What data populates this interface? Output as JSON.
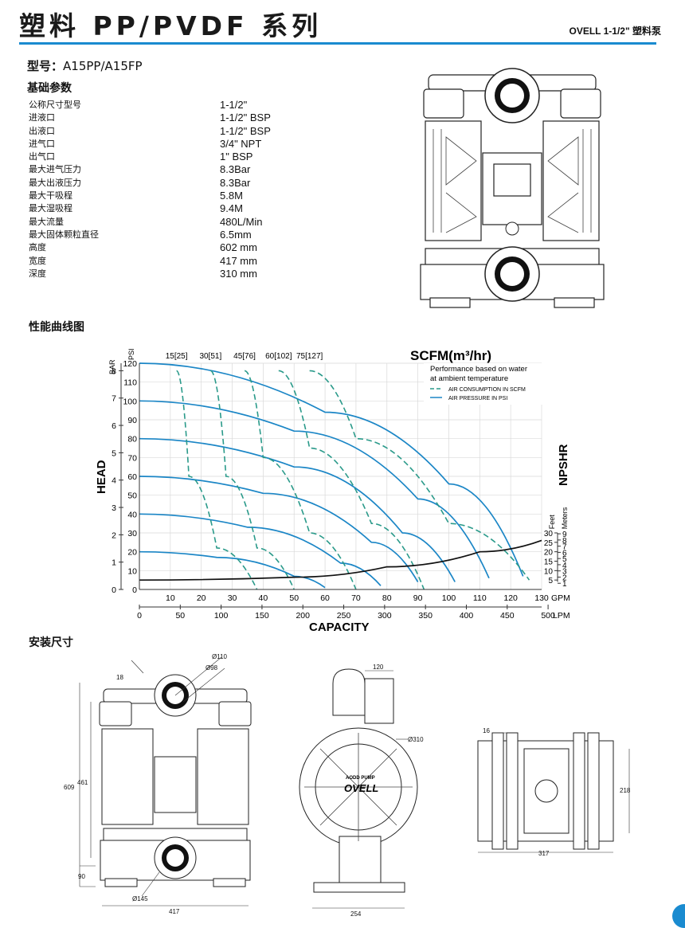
{
  "header": {
    "title": "塑料 PP/PVDF 系列",
    "model_name": "OVELL 1-1/2\" 塑料泵"
  },
  "model": {
    "label": "型号：",
    "value": "A15PP/A15FP"
  },
  "sections": {
    "basic": "基础参数",
    "curve": "性能曲线图",
    "install": "安装尺寸"
  },
  "specs": [
    {
      "k": "公称尺寸型号",
      "v": "1-1/2\""
    },
    {
      "k": "进液口",
      "v": "1-1/2\" BSP"
    },
    {
      "k": "出液口",
      "v": "1-1/2\" BSP"
    },
    {
      "k": "进气口",
      "v": "3/4\" NPT"
    },
    {
      "k": "出气口",
      "v": "1\" BSP"
    },
    {
      "k": "最大进气压力",
      "v": "8.3Bar"
    },
    {
      "k": "最大出液压力",
      "v": "8.3Bar"
    },
    {
      "k": "最大干吸程",
      "v": "5.8M"
    },
    {
      "k": "最大湿吸程",
      "v": "9.4M"
    },
    {
      "k": "最大流量",
      "v": "480L/Min"
    },
    {
      "k": "最大固体颗粒直径",
      "v": "6.5mm"
    },
    {
      "k": "高度",
      "v": "602 mm"
    },
    {
      "k": "宽度",
      "v": "417 mm"
    },
    {
      "k": "深度",
      "v": "310 mm"
    }
  ],
  "chart_data": {
    "type": "line",
    "title": "SCFM(m³/hr)",
    "xlabel": "CAPACITY",
    "ylabel": "HEAD",
    "right_label": "NPSHR",
    "xlim": [
      0,
      130
    ],
    "ylim": [
      0,
      120
    ],
    "x_ticks_gpm": [
      10,
      20,
      30,
      40,
      50,
      60,
      70,
      80,
      90,
      100,
      110,
      120,
      130
    ],
    "x_unit_gpm": "GPM",
    "x_ticks_lpm": [
      0,
      50,
      100,
      150,
      200,
      250,
      300,
      350,
      400,
      450,
      500
    ],
    "x_unit_lpm": "LPM",
    "y_ticks_psi": [
      0,
      10,
      20,
      30,
      40,
      50,
      60,
      70,
      80,
      90,
      100,
      110,
      120
    ],
    "y_unit_psi": "PSI",
    "y_ticks_bar": [
      0,
      1,
      2,
      3,
      4,
      5,
      6,
      7,
      8
    ],
    "y_unit_bar": "BAR",
    "npshr_feet": [
      5,
      10,
      15,
      20,
      25,
      30
    ],
    "npshr_meters": [
      1,
      2,
      3,
      4,
      5,
      6,
      7,
      8,
      9
    ],
    "npshr_feet_label": "Feet",
    "npshr_meters_label": "Meters",
    "scfm_labels": [
      "15[25]",
      "30[51]",
      "45[76]",
      "60[102]",
      "75[127]"
    ],
    "legend": {
      "note1": "Performance based on water",
      "note2": "at ambient temperature",
      "dashed": "AIR CONSUMPTION IN SCFM",
      "solid": "AIR PRESSURE IN PSI"
    },
    "air_pressure_series": [
      {
        "values": [
          [
            0,
            120
          ],
          [
            60,
            94
          ],
          [
            100,
            56
          ],
          [
            124,
            7
          ]
        ]
      },
      {
        "values": [
          [
            0,
            100
          ],
          [
            50,
            84
          ],
          [
            90,
            48
          ],
          [
            113,
            6
          ]
        ]
      },
      {
        "values": [
          [
            0,
            80
          ],
          [
            50,
            65
          ],
          [
            85,
            30
          ],
          [
            102,
            4
          ]
        ]
      },
      {
        "values": [
          [
            0,
            60
          ],
          [
            40,
            51
          ],
          [
            75,
            25
          ],
          [
            90,
            4
          ]
        ]
      },
      {
        "values": [
          [
            0,
            40
          ],
          [
            35,
            33
          ],
          [
            65,
            14
          ],
          [
            78,
            2
          ]
        ]
      },
      {
        "values": [
          [
            0,
            20
          ],
          [
            25,
            17
          ],
          [
            50,
            7
          ],
          [
            60,
            1
          ]
        ]
      }
    ],
    "air_consumption_series": [
      {
        "values": [
          [
            12,
            116
          ],
          [
            16,
            60
          ],
          [
            25,
            22
          ],
          [
            38,
            0
          ]
        ]
      },
      {
        "values": [
          [
            23,
            116
          ],
          [
            28,
            60
          ],
          [
            38,
            22
          ],
          [
            50,
            0
          ]
        ]
      },
      {
        "values": [
          [
            34,
            116
          ],
          [
            40,
            70
          ],
          [
            55,
            30
          ],
          [
            70,
            0
          ]
        ]
      },
      {
        "values": [
          [
            45,
            116
          ],
          [
            55,
            75
          ],
          [
            75,
            35
          ],
          [
            92,
            0
          ]
        ]
      },
      {
        "values": [
          [
            55,
            116
          ],
          [
            70,
            80
          ],
          [
            100,
            35
          ],
          [
            126,
            5
          ]
        ]
      }
    ],
    "npshr_series": [
      {
        "values": [
          [
            0,
            5
          ],
          [
            50,
            6.5
          ],
          [
            80,
            12
          ],
          [
            110,
            20
          ],
          [
            130,
            26
          ]
        ]
      }
    ]
  },
  "dimensions": {
    "front": {
      "d1": "Ø110",
      "d2": "Ø98",
      "h_total": "609",
      "h_inner": "461",
      "h_base": "90",
      "w": "417",
      "offset": "18",
      "d_bottom": "Ø145"
    },
    "side": {
      "top": "120",
      "d": "Ø310",
      "w": "254",
      "logo": "OVELL",
      "logo_small": "AODD PUMP"
    },
    "top": {
      "w_small": "16",
      "h": "218",
      "w": "317"
    }
  }
}
